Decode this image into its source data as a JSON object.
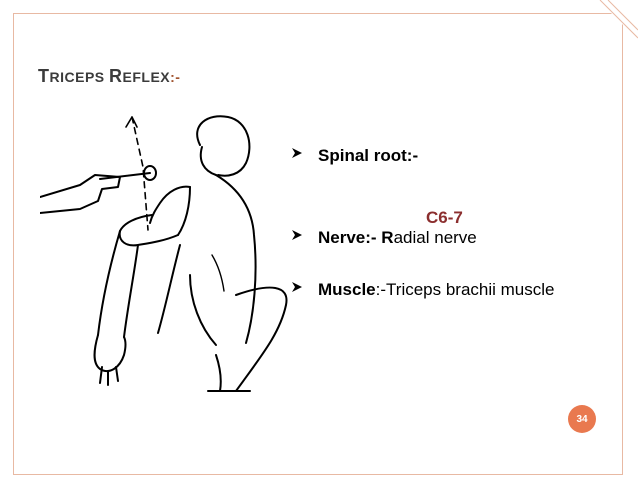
{
  "slide": {
    "title": {
      "t_big": "T",
      "riceps": "RICEPS ",
      "r_big": "R",
      "eflex": "EFLEX",
      "dash": ":-"
    },
    "bullets": [
      {
        "label": "Spinal root:-",
        "rest": ""
      },
      {
        "label": "Nerve:- R",
        "rest": "adial nerve"
      },
      {
        "label": "Muscle",
        "rest": ":-Triceps brachii muscle"
      }
    ],
    "spinal_root_value": "C6-7",
    "page_number": "34"
  },
  "colors": {
    "accent": "#e9794f",
    "border": "#e8b9a3",
    "value": "#8b2e2e"
  },
  "icons": [
    "arrow-bullet-icon",
    "corner-fold-icon"
  ]
}
